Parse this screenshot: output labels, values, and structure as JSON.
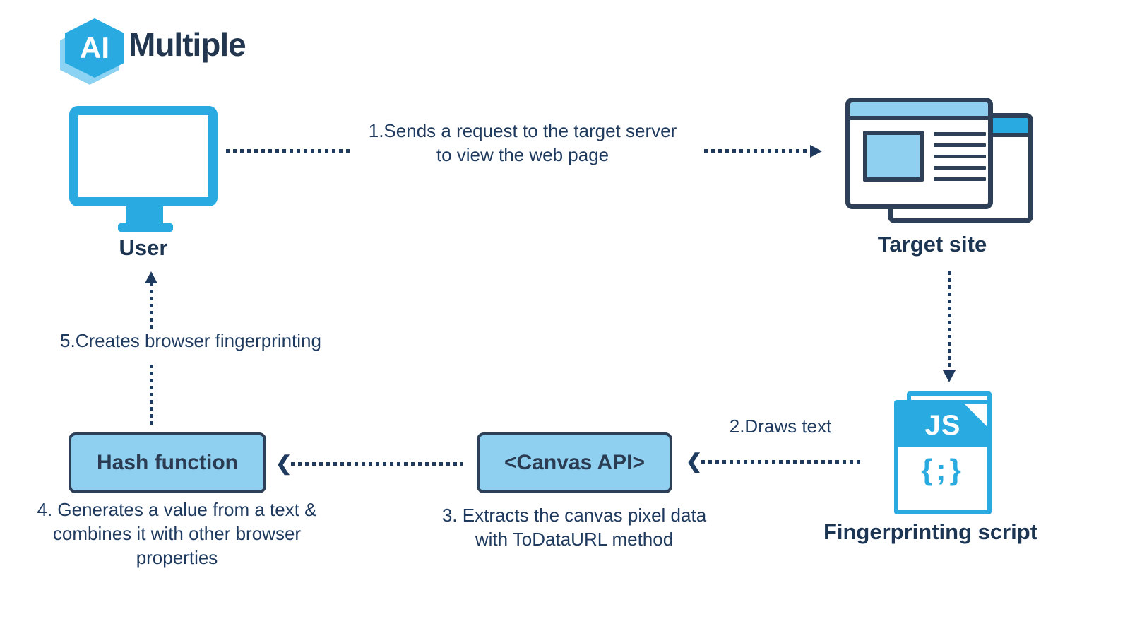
{
  "colors": {
    "accent_blue": "#29ABE2",
    "light_blue": "#8FCFEF",
    "navy_text": "#1F3A5F",
    "border_navy": "#2E4057"
  },
  "logo": {
    "badge": "AI",
    "name": "Multiple"
  },
  "nodes": {
    "user": {
      "label": "User"
    },
    "target_site": {
      "label": "Target site"
    },
    "fingerprinting_script": {
      "label": "Fingerprinting script",
      "file_type": "JS",
      "code_glyph": "{;}"
    },
    "canvas_api": {
      "label": "<Canvas API>"
    },
    "hash_function": {
      "label": "Hash function"
    }
  },
  "steps": {
    "step1_line1": "1.Sends a request to the target server",
    "step1_line2": "to view the web page",
    "step2": "2.Draws text",
    "step3_line1": "3. Extracts the canvas pixel data",
    "step3_line2": "with ToDataURL method",
    "step4_line1": "4. Generates a value from a text &",
    "step4_line2": "combines it with other browser",
    "step4_line3": "properties",
    "step5": "5.Creates browser fingerprinting"
  },
  "icons": {
    "chevron_left": "❮"
  }
}
